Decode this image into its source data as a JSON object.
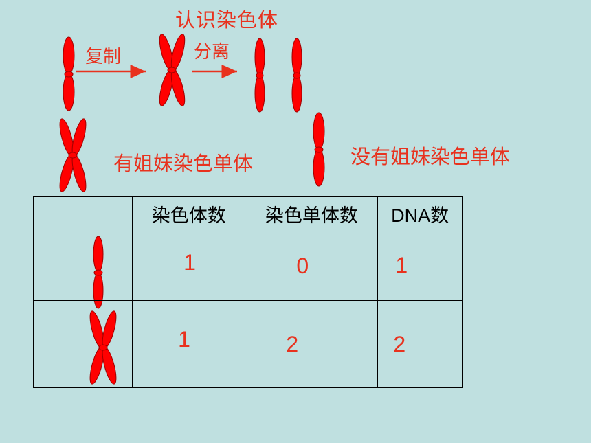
{
  "title": "认识染色体",
  "arrow_labels": {
    "copy": "复制",
    "separate": "分离"
  },
  "labels": {
    "with_sister": "有姐妹染色单体",
    "without_sister": "没有姐妹染色单体"
  },
  "table": {
    "headers": [
      "",
      "染色体数",
      "染色单体数",
      "DNA数"
    ],
    "rows": [
      {
        "icon": "single-chromosome-icon",
        "chromosomes": "1",
        "chromatids": "0",
        "dna": "1"
      },
      {
        "icon": "duplicated-chromosome-icon",
        "chromosomes": "1",
        "chromatids": "2",
        "dna": "2"
      }
    ]
  },
  "colors": {
    "chromosome": "#ff0000",
    "text": "#e8321e",
    "background": "#bfe0e0"
  }
}
